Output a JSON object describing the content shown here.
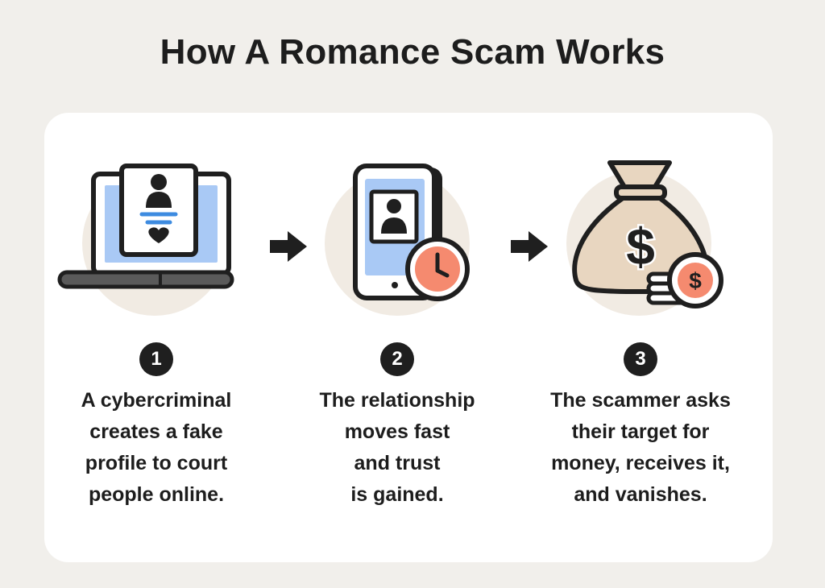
{
  "title": "How A Romance Scam Works",
  "steps": [
    {
      "number": "1",
      "icon": "laptop-fake-profile-icon",
      "lines": [
        "A cybercriminal",
        "creates a fake",
        "profile to court",
        "people online."
      ]
    },
    {
      "number": "2",
      "icon": "phone-clock-icon",
      "lines": [
        "The relationship",
        "moves fast",
        "and trust",
        "is gained."
      ]
    },
    {
      "number": "3",
      "icon": "money-bag-icon",
      "lines": [
        "The scammer asks",
        "their target for",
        "money, receives it,",
        "and vanishes."
      ]
    }
  ],
  "icon_glyphs": {
    "dollar": "$"
  },
  "colors": {
    "background": "#f1efeb",
    "card": "#ffffff",
    "ink": "#1f1f1f",
    "screen_blue": "#a9c9f5",
    "accent_blue": "#3d8be0",
    "clock_orange": "#f58a6f",
    "bag_tan": "#e8d6c0",
    "circle_beige": "#f1ebe3"
  }
}
